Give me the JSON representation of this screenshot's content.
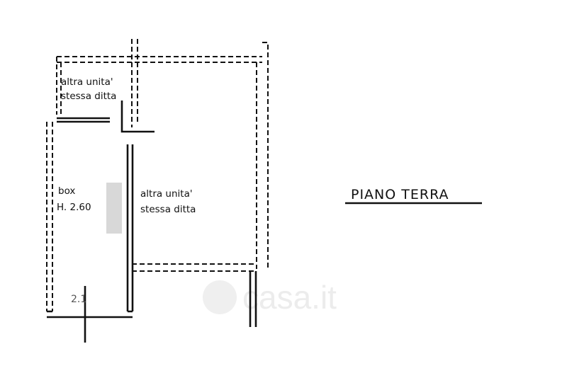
{
  "rooms": {
    "top_left": {
      "line1": "altra unita'",
      "line2": "stessa ditta"
    },
    "center": {
      "line1": "altra unita'",
      "line2": "stessa ditta"
    },
    "box": {
      "line1": "box",
      "line2": "H. 2.60"
    }
  },
  "floor_title": "PIANO TERRA",
  "dimension_note": "2.1",
  "watermark": "casa.it"
}
